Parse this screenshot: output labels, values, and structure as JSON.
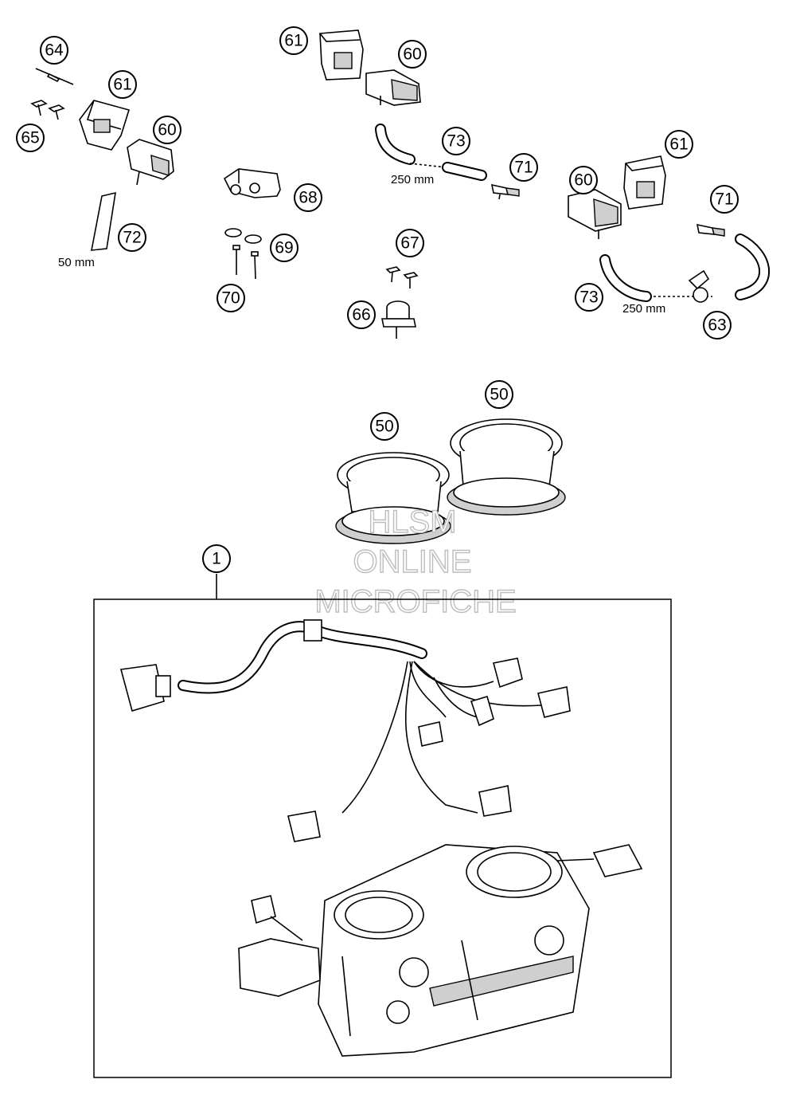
{
  "callouts": [
    "64",
    "61",
    "60",
    "65",
    "72",
    "61",
    "60",
    "68",
    "69",
    "70",
    "73",
    "71",
    "67",
    "66",
    "60",
    "61",
    "71",
    "73",
    "63",
    "50",
    "50",
    "1"
  ],
  "dimensions": {
    "hose_short": "50 mm",
    "hose_long_top": "250 mm",
    "hose_long_right": "250 mm"
  },
  "watermark": {
    "line1": "HLSM",
    "line2": "ONLINE",
    "line3": "MICROFICHE"
  }
}
